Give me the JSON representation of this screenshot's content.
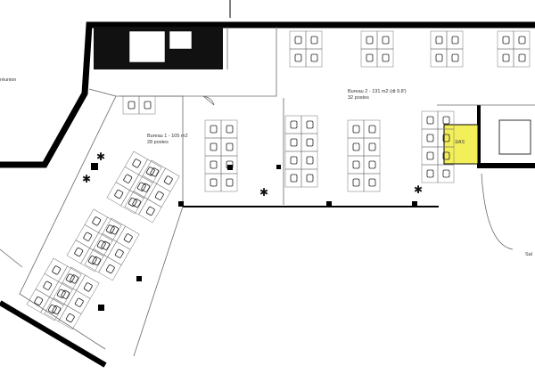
{
  "rooms": {
    "reunion_label": "réunion",
    "bureau1": {
      "title": "Bureau 1 - 105 m2",
      "seats": "28 postes"
    },
    "bureau2": {
      "title": "Bureau 2 - 131 m2 (dt 9.8')",
      "seats": "32 postes"
    },
    "sas_label": "SAS",
    "salle_label": "Sal"
  },
  "colors": {
    "wall": "#000000",
    "sas": "#f2ef5a",
    "line": "#555555"
  }
}
